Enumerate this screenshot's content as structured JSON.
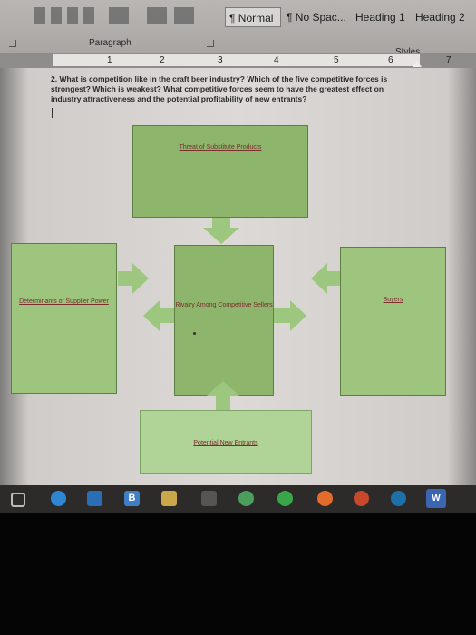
{
  "ribbon": {
    "styles": [
      "¶ Normal",
      "¶ No Spac...",
      "Heading 1",
      "Heading 2"
    ],
    "paragraph_label": "Paragraph",
    "styles_label": "Styles"
  },
  "ruler": {
    "numbers": [
      "1",
      "2",
      "3",
      "4",
      "5",
      "6",
      "7"
    ]
  },
  "document": {
    "question": "2. What is competition like in the craft beer industry? Which of the five competitive forces is strongest? Which is weakest? What competitive forces seem to have the greatest effect on industry attractiveness and the potential profitability of new entrants?",
    "boxes": {
      "top": "Threat of Substitute Products",
      "left": "Determinants of Supplier Power",
      "center": "Rivalry Among Competitive Sellers",
      "right": "Buyers",
      "bottom": "Potential New Entrants"
    }
  },
  "taskbar": {
    "apps": [
      "task-view-icon",
      "edge-icon",
      "mail-icon",
      "b-app-icon",
      "file-explorer-icon",
      "calculator-icon",
      "chrome-icon",
      "spotify-icon",
      "firefox-icon",
      "powerpoint-icon",
      "camera-icon",
      "word-icon"
    ],
    "b_app_letter": "B",
    "word_letter": "W"
  }
}
